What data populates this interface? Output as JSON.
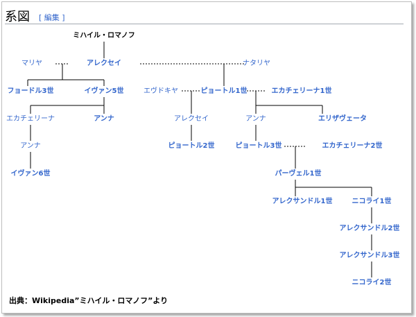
{
  "section": {
    "title": "系図",
    "edit_open": "[",
    "edit_label": "編集",
    "edit_close": "]"
  },
  "people": {
    "mikhail": "ミハイル・ロマノフ",
    "mariya": "マリヤ",
    "aleksei": "アレクセイ",
    "natalya": "ナタリヤ",
    "fyodor3": "フョードル3世",
    "ivan5": "イヴァン5世",
    "evdokiya": "エヴドキヤ",
    "pyotr1": "ピョートル1世",
    "ekaterina1": "エカチェリーナ1世",
    "ekaterina_a": "エカチェリーナ",
    "anna_a": "アンナ",
    "aleksei_b": "アレクセイ",
    "anna_b": "アンナ",
    "elizaveta": "エリザヴェータ",
    "anna_c": "アンナ",
    "pyotr2": "ピョートル2世",
    "pyotr3": "ピョートル3世",
    "ekaterina2": "エカチェリーナ2世",
    "ivan6": "イヴァン6世",
    "pavel1": "パーヴェル1世",
    "aleksandr1": "アレクサンドル1世",
    "nikolai1": "ニコライ1世",
    "aleksandr2": "アレクサンドル2世",
    "aleksandr3": "アレクサンドル3世",
    "nikolai2": "ニコライ2世"
  },
  "source_note": "出典：Wikipedia”ミハイル・ロマノフ”より"
}
